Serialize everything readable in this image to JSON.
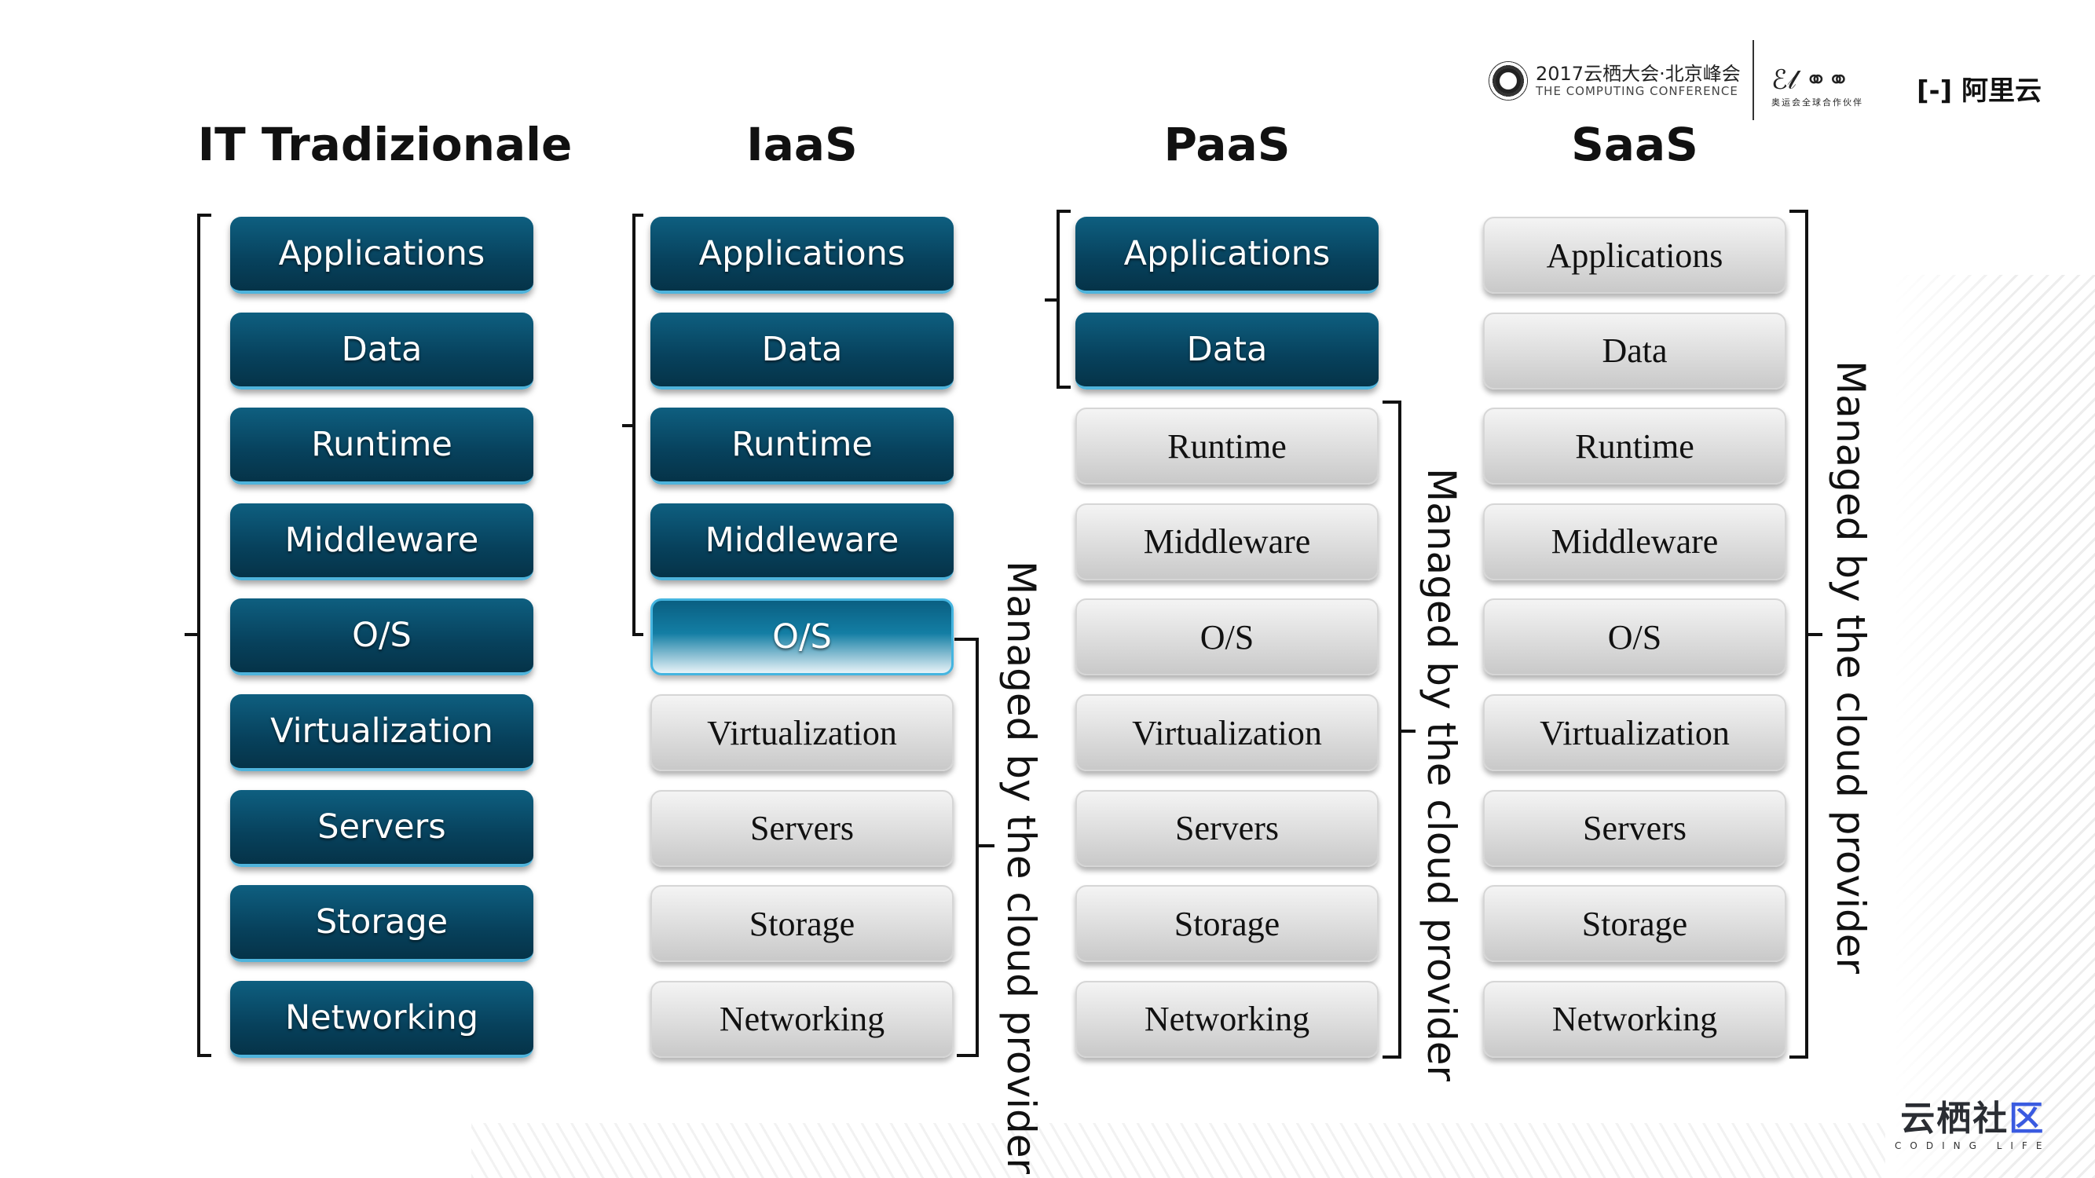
{
  "headings": [
    "IT Tradizionale",
    "IaaS",
    "PaaS",
    "SaaS"
  ],
  "layers": [
    "Applications",
    "Data",
    "Runtime",
    "Middleware",
    "O/S",
    "Virtualization",
    "Servers",
    "Storage",
    "Networking"
  ],
  "columns": [
    {
      "title": "IT Tradizionale",
      "self_managed_count": 9
    },
    {
      "title": "IaaS",
      "self_managed_count": 5
    },
    {
      "title": "PaaS",
      "self_managed_count": 2
    },
    {
      "title": "SaaS",
      "self_managed_count": 0
    }
  ],
  "provider_label": "Managed by the cloud provider",
  "colors": {
    "self_managed": "#07415c",
    "provider_managed": "#d9d9d9",
    "accent": "#4fb4dc"
  },
  "logos": {
    "conference_cn": "2017云栖大会·北京峰会",
    "conference_en": "THE COMPUTING CONFERENCE",
    "alibaba_sub": "奥运会全球合作伙伴",
    "aliyun": "阿里云",
    "community_cn": "云栖社",
    "community_last": "区",
    "community_en": "CODING LIFE"
  }
}
